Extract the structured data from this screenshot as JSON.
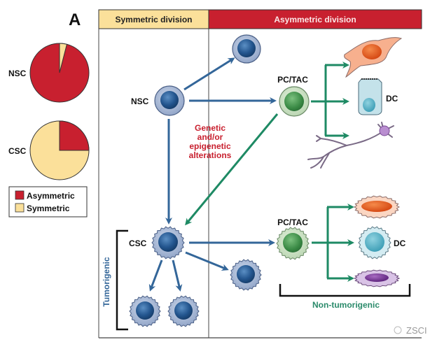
{
  "panel_label": "A",
  "pies": [
    {
      "label": "NSC",
      "asymmetric_pct": 96,
      "symmetric_pct": 4
    },
    {
      "label": "CSC",
      "asymmetric_pct": 25,
      "symmetric_pct": 75
    }
  ],
  "legend": {
    "items": [
      {
        "label": "Asymmetric",
        "color": "#c8202f"
      },
      {
        "label": "Symmetric",
        "color": "#fbe09a"
      }
    ]
  },
  "headers": {
    "symmetric": "Symmetric division",
    "asymmetric": "Asymmetric division"
  },
  "colors": {
    "asymmetric_red": "#c8202f",
    "symmetric_yellow": "#fbe09a",
    "blue_arrow": "#336699",
    "green_arrow": "#1e8a64",
    "alteration_text": "#c8202f",
    "tumorigenic_text": "#336699",
    "non_tumorigenic_text": "#2a8a6a"
  },
  "cells": {
    "nsc": "NSC",
    "csc": "CSC",
    "pc_tac_top": "PC/TAC",
    "pc_tac_bottom": "PC/TAC",
    "dc_top": "DC",
    "dc_bottom": "DC"
  },
  "alteration_lines": [
    "Genetic",
    "and/or",
    "epigenetic",
    "alterations"
  ],
  "tumorigenic": "Tumorigenic",
  "non_tumorigenic": "Non-tumorigenic",
  "watermark": "ZSCI"
}
